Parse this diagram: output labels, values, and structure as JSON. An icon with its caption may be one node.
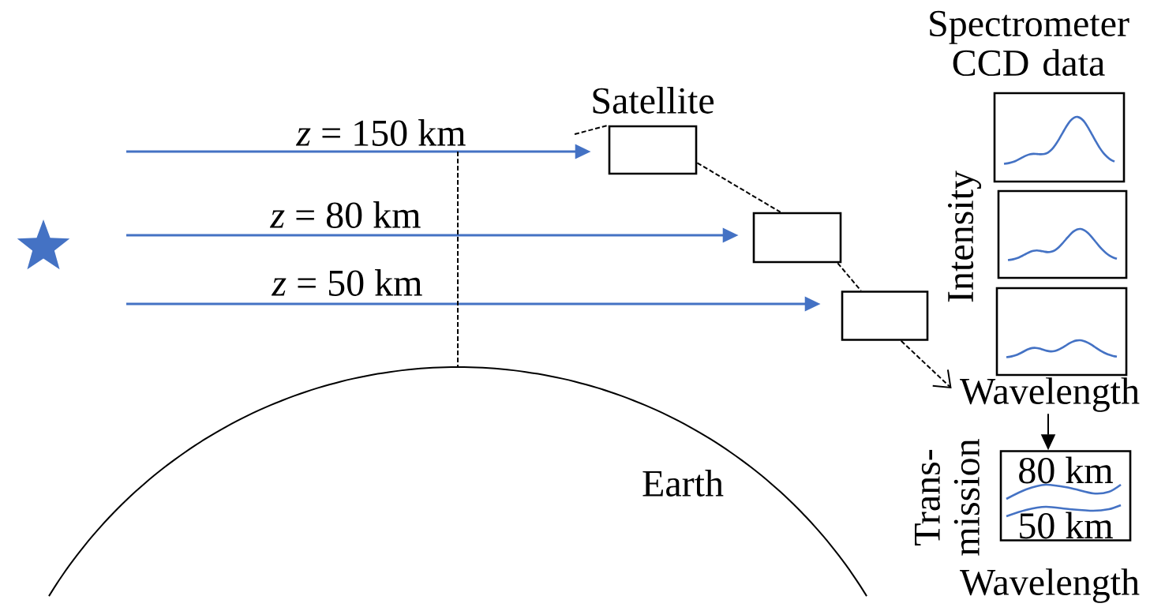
{
  "diagram": {
    "nodes": [
      {
        "text": [],
        "shape": "star"
      },
      {
        "text": [
          "Satellite"
        ]
      },
      {
        "text": [],
        "shape": "box"
      },
      {
        "text": [],
        "shape": "box"
      },
      {
        "text": [
          "Earth"
        ]
      },
      {
        "text": [],
        "shape": "box"
      },
      {
        "text": [],
        "shape": "box"
      },
      {
        "text": [],
        "shape": "box"
      },
      {
        "text": [
          "Wavelength"
        ]
      },
      {
        "text": [
          "80 km",
          "50 km"
        ]
      }
    ],
    "edges": [
      {
        "from": null,
        "to": 1,
        "arrow": "to",
        "label": "*z* = 150 km",
        "color": "#4472c4"
      },
      {
        "from": null,
        "to": 2,
        "arrow": "to",
        "label": "*z* = 80 km",
        "color": "#4472c4"
      },
      {
        "from": null,
        "to": 3,
        "arrow": "to",
        "label": "*z* = 50 km",
        "color": "#4472c4"
      },
      {
        "from": null,
        "to": 1,
        "arrow": "none",
        "style": "dashed"
      },
      {
        "from": 1,
        "to": 2,
        "arrow": "none",
        "style": "dashed"
      },
      {
        "from": 2,
        "to": 3,
        "arrow": "none",
        "style": "dashed"
      },
      {
        "from": 3,
        "to": 8,
        "arrow": "to",
        "style": "dashed"
      },
      {
        "from": 8,
        "to": 9,
        "arrow": "to"
      },
      {
        "from": null,
        "to": 4,
        "arrow": "none",
        "style": "dashed"
      }
    ],
    "labels": [
      "Spectrometer CCD data",
      "Intensity",
      "Trans- mission",
      "Wavelength"
    ]
  }
}
